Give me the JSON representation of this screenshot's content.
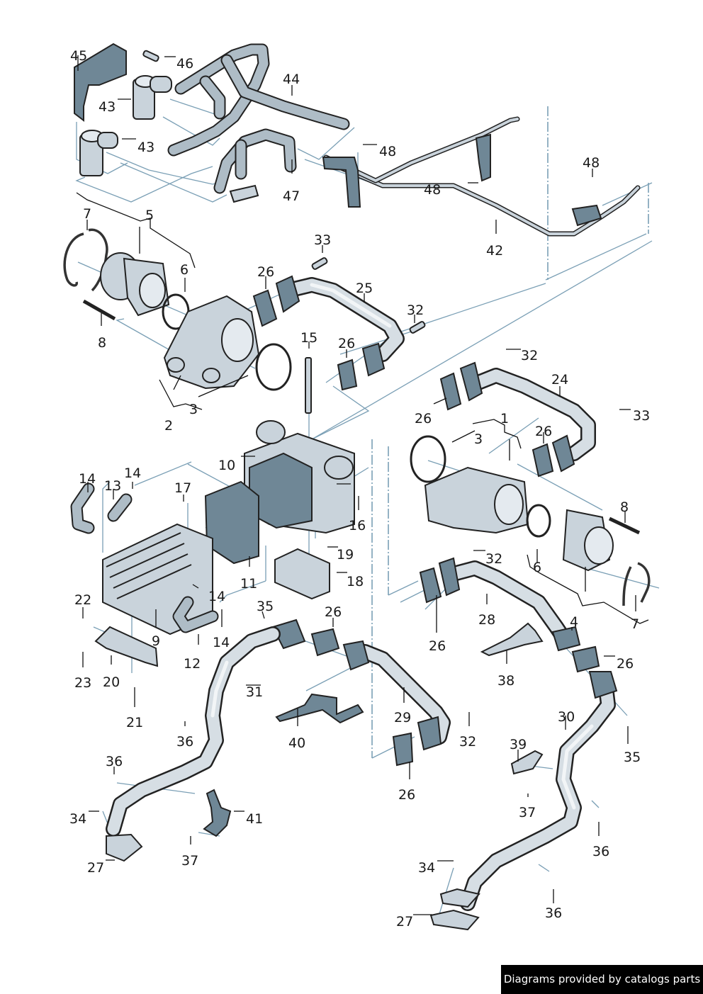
{
  "diagram": {
    "title": "EGR system exploded parts diagram",
    "accent_line_color": "#7a9fb5",
    "part_fill_color": "#c9d3db",
    "callouts": [
      {
        "id": "c1",
        "label": "1"
      },
      {
        "id": "c2",
        "label": "2"
      },
      {
        "id": "c3a",
        "label": "3"
      },
      {
        "id": "c3b",
        "label": "3"
      },
      {
        "id": "c4",
        "label": "4"
      },
      {
        "id": "c5",
        "label": "5"
      },
      {
        "id": "c6a",
        "label": "6"
      },
      {
        "id": "c6b",
        "label": "6"
      },
      {
        "id": "c7a",
        "label": "7"
      },
      {
        "id": "c7b",
        "label": "7"
      },
      {
        "id": "c8a",
        "label": "8"
      },
      {
        "id": "c8b",
        "label": "8"
      },
      {
        "id": "c9",
        "label": "9"
      },
      {
        "id": "c10",
        "label": "10"
      },
      {
        "id": "c11",
        "label": "11"
      },
      {
        "id": "c12",
        "label": "12"
      },
      {
        "id": "c13",
        "label": "13"
      },
      {
        "id": "c14a",
        "label": "14"
      },
      {
        "id": "c14b",
        "label": "14"
      },
      {
        "id": "c14c",
        "label": "14"
      },
      {
        "id": "c14d",
        "label": "14"
      },
      {
        "id": "c15",
        "label": "15"
      },
      {
        "id": "c16",
        "label": "16"
      },
      {
        "id": "c17",
        "label": "17"
      },
      {
        "id": "c18",
        "label": "18"
      },
      {
        "id": "c19",
        "label": "19"
      },
      {
        "id": "c20",
        "label": "20"
      },
      {
        "id": "c21",
        "label": "21"
      },
      {
        "id": "c22",
        "label": "22"
      },
      {
        "id": "c23",
        "label": "23"
      },
      {
        "id": "c24",
        "label": "24"
      },
      {
        "id": "c25",
        "label": "25"
      },
      {
        "id": "c26a",
        "label": "26"
      },
      {
        "id": "c26b",
        "label": "26"
      },
      {
        "id": "c26c",
        "label": "26"
      },
      {
        "id": "c26d",
        "label": "26"
      },
      {
        "id": "c26e",
        "label": "26"
      },
      {
        "id": "c26f",
        "label": "26"
      },
      {
        "id": "c26g",
        "label": "26"
      },
      {
        "id": "c26h",
        "label": "26"
      },
      {
        "id": "c27a",
        "label": "27"
      },
      {
        "id": "c27b",
        "label": "27"
      },
      {
        "id": "c28",
        "label": "28"
      },
      {
        "id": "c29",
        "label": "29"
      },
      {
        "id": "c30",
        "label": "30"
      },
      {
        "id": "c31",
        "label": "31"
      },
      {
        "id": "c32a",
        "label": "32"
      },
      {
        "id": "c32b",
        "label": "32"
      },
      {
        "id": "c32c",
        "label": "32"
      },
      {
        "id": "c32d",
        "label": "32"
      },
      {
        "id": "c33a",
        "label": "33"
      },
      {
        "id": "c33b",
        "label": "33"
      },
      {
        "id": "c34a",
        "label": "34"
      },
      {
        "id": "c34b",
        "label": "34"
      },
      {
        "id": "c35a",
        "label": "35"
      },
      {
        "id": "c35b",
        "label": "35"
      },
      {
        "id": "c36a",
        "label": "36"
      },
      {
        "id": "c36b",
        "label": "36"
      },
      {
        "id": "c36c",
        "label": "36"
      },
      {
        "id": "c36d",
        "label": "36"
      },
      {
        "id": "c37a",
        "label": "37"
      },
      {
        "id": "c37b",
        "label": "37"
      },
      {
        "id": "c38",
        "label": "38"
      },
      {
        "id": "c39",
        "label": "39"
      },
      {
        "id": "c40",
        "label": "40"
      },
      {
        "id": "c41",
        "label": "41"
      },
      {
        "id": "c42",
        "label": "42"
      },
      {
        "id": "c43a",
        "label": "43"
      },
      {
        "id": "c43b",
        "label": "43"
      },
      {
        "id": "c44",
        "label": "44"
      },
      {
        "id": "c45",
        "label": "45"
      },
      {
        "id": "c46",
        "label": "46"
      },
      {
        "id": "c47",
        "label": "47"
      },
      {
        "id": "c48a",
        "label": "48"
      },
      {
        "id": "c48b",
        "label": "48"
      },
      {
        "id": "c48c",
        "label": "48"
      }
    ]
  },
  "footer": {
    "credit": "Diagrams provided by catalogs parts",
    "background": "#000000"
  }
}
